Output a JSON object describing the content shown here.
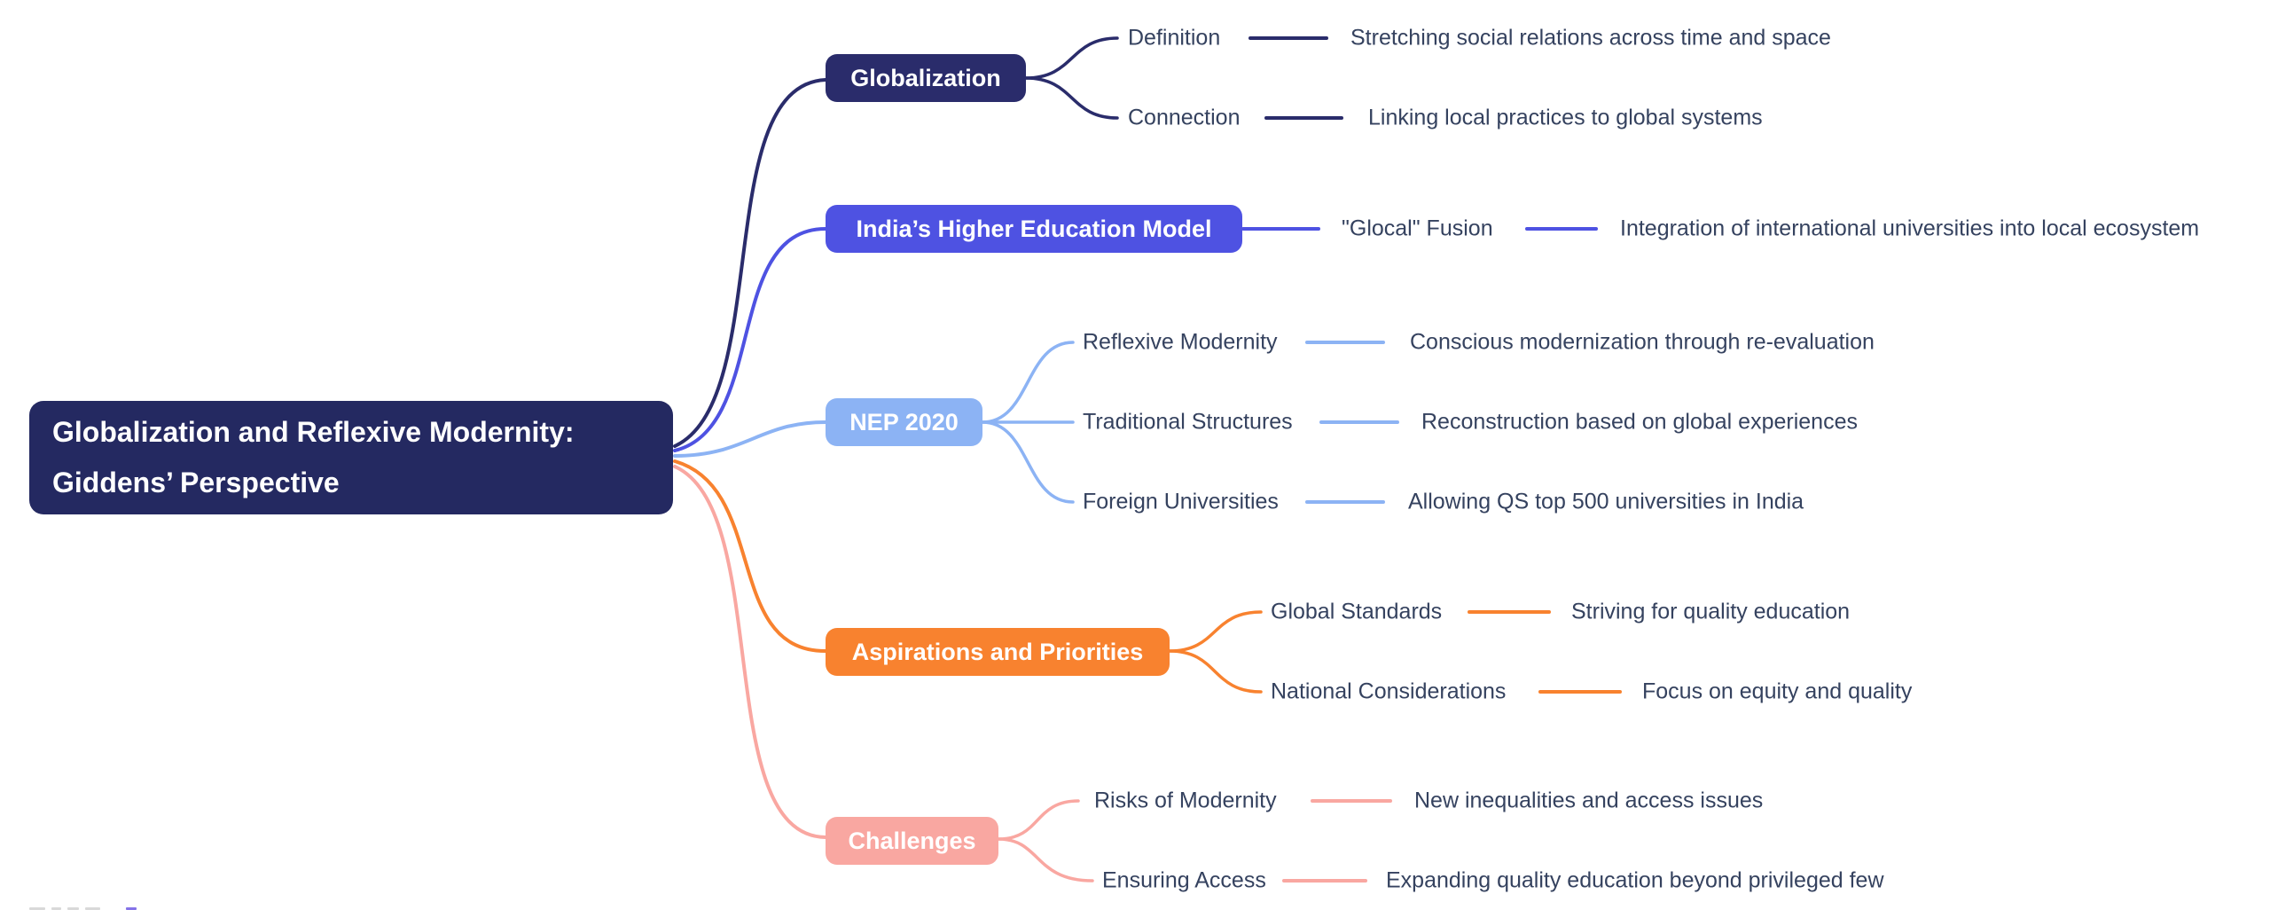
{
  "root": {
    "title_lines": [
      "Globalization and Reflexive Modernity:",
      "Giddens’ Perspective"
    ],
    "bg_color": "#242961",
    "text_color": "#ffffff"
  },
  "branches": [
    {
      "label": "Globalization",
      "color": "#2a2c6b",
      "children": [
        {
          "topic": "Definition",
          "detail": "Stretching social relations across time and space"
        },
        {
          "topic": "Connection",
          "detail": "Linking local practices to global systems"
        }
      ]
    },
    {
      "label": "India’s Higher Education Model",
      "color": "#4e52e2",
      "children": [
        {
          "topic": "\"Glocal\" Fusion",
          "detail": "Integration of international universities into local ecosystem"
        }
      ]
    },
    {
      "label": "NEP 2020",
      "color": "#8cb3f4",
      "children": [
        {
          "topic": "Reflexive Modernity",
          "detail": "Conscious modernization through re-evaluation"
        },
        {
          "topic": "Traditional Structures",
          "detail": "Reconstruction based on global experiences"
        },
        {
          "topic": "Foreign Universities",
          "detail": "Allowing QS top 500 universities in India"
        }
      ]
    },
    {
      "label": "Aspirations and Priorities",
      "color": "#f8822f",
      "children": [
        {
          "topic": "Global Standards",
          "detail": "Striving for quality education"
        },
        {
          "topic": "National Considerations",
          "detail": "Focus on equity and quality"
        }
      ]
    },
    {
      "label": "Challenges",
      "color": "#f9a7a1",
      "children": [
        {
          "topic": "Risks of Modernity",
          "detail": "New inequalities and access issues"
        },
        {
          "topic": "Ensuring Access",
          "detail": "Expanding quality education beyond privileged few"
        }
      ]
    }
  ],
  "text_colors": {
    "topic_and_detail": "#35425f",
    "node_label": "#ffffff"
  }
}
